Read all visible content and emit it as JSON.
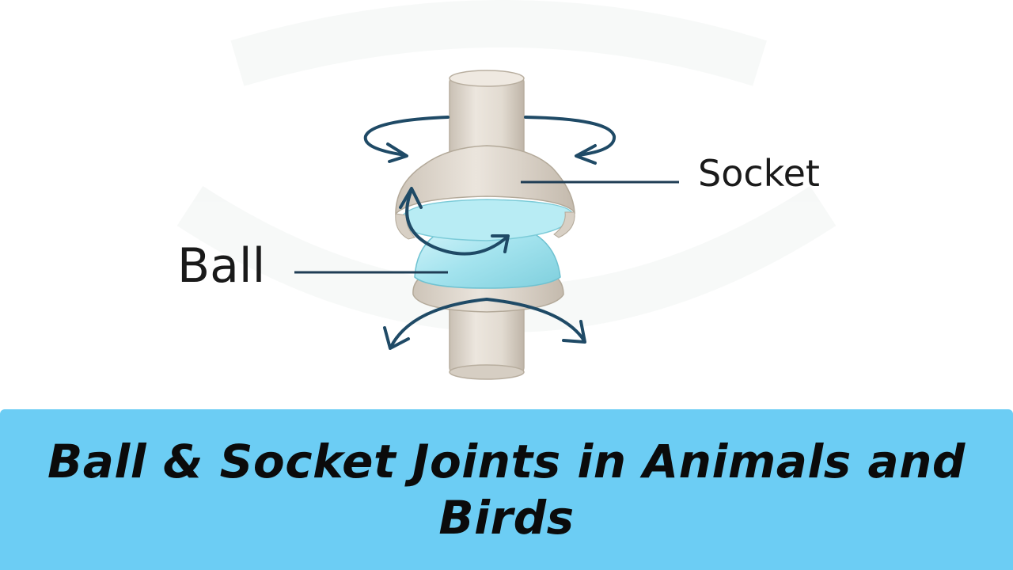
{
  "diagram": {
    "labels": {
      "socket": "Socket",
      "ball": "Ball"
    }
  },
  "banner": {
    "title": "Ball & Socket Joints in Animals and Birds"
  },
  "colors": {
    "banner_background": "#6ccdf4",
    "bone": "#e4ddd4",
    "bone_shadow": "#cfc6ba",
    "cartilage": "#a9e8f2",
    "arrow": "#1f4a66",
    "leader_line": "#1f3d55"
  }
}
